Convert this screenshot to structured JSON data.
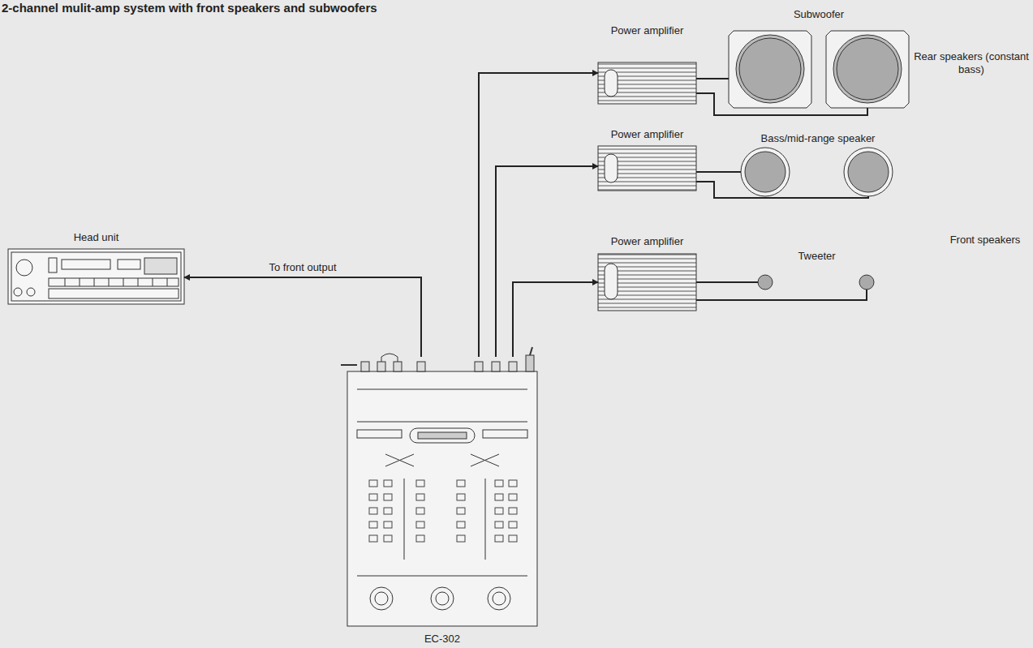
{
  "diagram": {
    "title": "2-channel mulit-amp system with front speakers and subwoofers",
    "nodes": [
      {
        "text": [
          "Head unit"
        ]
      },
      {
        "text": [
          "Power amplifier"
        ]
      },
      {
        "text": [
          "Subwoofer"
        ]
      },
      {
        "text": [
          "Power amplifier"
        ]
      },
      {
        "text": [
          "Bass/mid-range speaker"
        ]
      },
      {
        "text": [
          "Power amplifier"
        ]
      },
      {
        "text": [
          "Tweeter"
        ]
      },
      {
        "text": [
          "EC-302"
        ]
      }
    ],
    "edges": [
      {
        "from": 7,
        "to": 0,
        "arrow": "to",
        "label": "To front output"
      },
      {
        "from": 7,
        "to": 1,
        "arrow": "to"
      },
      {
        "from": 7,
        "to": 3,
        "arrow": "to"
      },
      {
        "from": 7,
        "to": 5,
        "arrow": "to"
      },
      {
        "from": 1,
        "to": 2,
        "arrow": "none"
      },
      {
        "from": 3,
        "to": 4,
        "arrow": "none"
      },
      {
        "from": 5,
        "to": 6,
        "arrow": "none"
      }
    ],
    "labels": [
      "Rear speakers (constant bass)",
      "Front speakers"
    ]
  }
}
